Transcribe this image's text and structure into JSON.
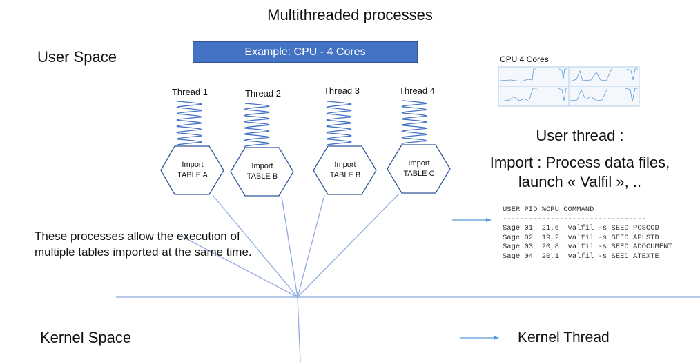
{
  "title": "Multithreaded processes",
  "user_space_label": "User Space",
  "kernel_space_label": "Kernel Space",
  "banner": "Example: CPU  -  4 Cores",
  "threads": [
    {
      "label": "Thread 1",
      "line1": "Import",
      "line2": "TABLE A"
    },
    {
      "label": "Thread 2",
      "line1": "Import",
      "line2": "TABLE B"
    },
    {
      "label": "Thread 3",
      "line1": "Import",
      "line2": "TABLE B"
    },
    {
      "label": "Thread 4",
      "line1": "Import",
      "line2": "TABLE C"
    }
  ],
  "description": "These processes allow the execution of multiple tables imported at the same time.",
  "cpu_graph_label": "CPU 4 Cores",
  "user_thread_label": "User thread :",
  "import_description": "Import : Process data files, launch « Valfil », ..",
  "console": {
    "header": "USER PID %CPU COMMAND",
    "separator": "---------------------------------",
    "rows": [
      "Sage 01  21,6  valfil -s SEED POSCOD",
      "Sage 02  19,2  valfil -s SEED APLSTD",
      "Sage 03  20,8  valfil -s SEED ADOCUMENT",
      "Sage 04  20,1  valfil -s SEED ATEXTE"
    ]
  },
  "kernel_thread_label": "Kernel Thread",
  "colors": {
    "line": "#8faadc",
    "banner": "#4472c4",
    "hex_stroke": "#2f5597",
    "spring": "#4472c4"
  }
}
